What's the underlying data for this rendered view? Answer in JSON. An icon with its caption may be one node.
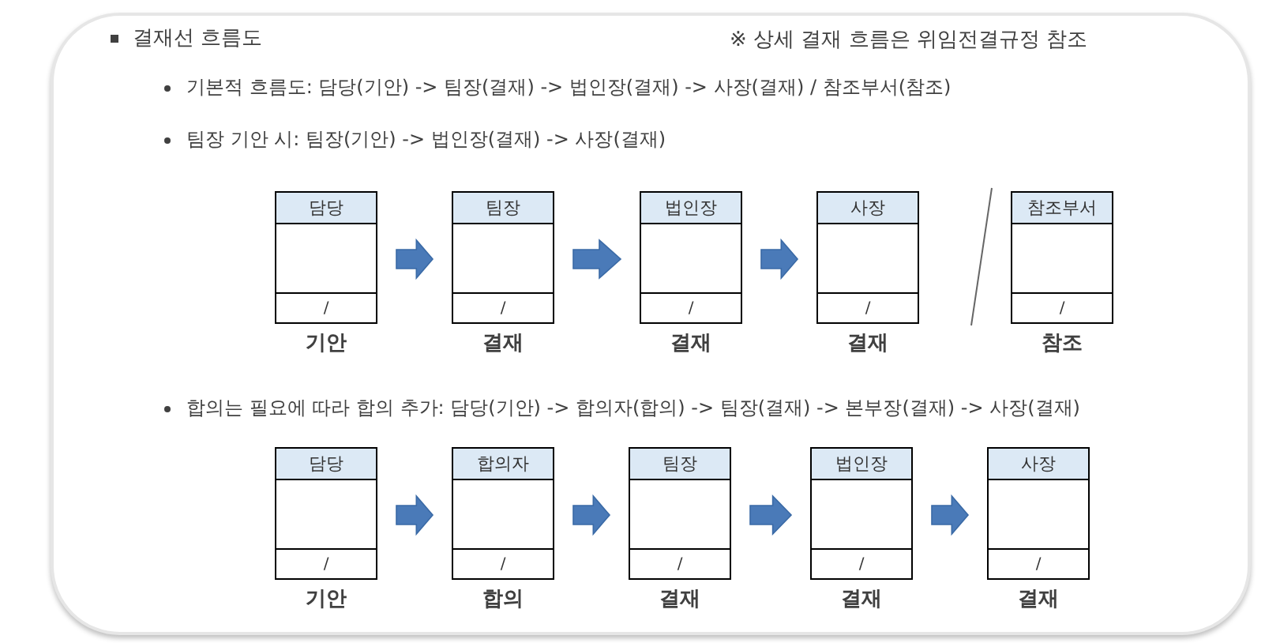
{
  "diagram": {
    "title": "결재선 흐름도",
    "nodes": [
      {
        "text": [
          "담당",
          "/"
        ],
        "beside": [
          "기안"
        ]
      },
      {
        "text": [
          "팀장",
          "/"
        ],
        "beside": [
          "결재"
        ]
      },
      {
        "text": [
          "법인장",
          "/"
        ],
        "beside": [
          "결재"
        ]
      },
      {
        "text": [
          "사장",
          "/"
        ],
        "beside": [
          "결재"
        ]
      },
      {
        "text": [
          "참조부서",
          "/"
        ],
        "beside": [
          "참조"
        ]
      },
      {
        "text": [
          "담당",
          "/"
        ],
        "beside": [
          "기안"
        ]
      },
      {
        "text": [
          "합의자",
          "/"
        ],
        "beside": [
          "합의"
        ]
      },
      {
        "text": [
          "팀장",
          "/"
        ],
        "beside": [
          "결재"
        ]
      },
      {
        "text": [
          "법인장",
          "/"
        ],
        "beside": [
          "결재"
        ]
      },
      {
        "text": [
          "사장",
          "/"
        ],
        "beside": [
          "결재"
        ]
      }
    ],
    "edges": [
      {
        "from": 0,
        "to": 1,
        "arrow": "to"
      },
      {
        "from": 1,
        "to": 2,
        "arrow": "to"
      },
      {
        "from": 2,
        "to": 3,
        "arrow": "to"
      },
      {
        "from": 5,
        "to": 6,
        "arrow": "to"
      },
      {
        "from": 6,
        "to": 7,
        "arrow": "to"
      },
      {
        "from": 7,
        "to": 8,
        "arrow": "to"
      },
      {
        "from": 8,
        "to": 9,
        "arrow": "to"
      }
    ],
    "labels": [
      "※ 상세 결재 흐름은 위임전결규정 참조",
      "기본적 흐름도: 담당(기안) -> 팀장(결재) -> 법인장(결재) -> 사장(결재) / 참조부서(참조)",
      "팀장 기안 시: 팀장(기안) -> 법인장(결재) -> 사장(결재)",
      "합의는 필요에 따라 합의 추가: 담당(기안) -> 합의자(합의) -> 팀장(결재) -> 본부장(결재) -> 사장(결재)"
    ]
  }
}
